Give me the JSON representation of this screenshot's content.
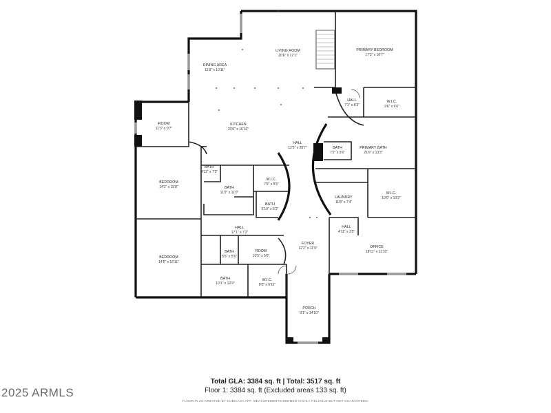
{
  "rooms": [
    {
      "id": "living",
      "name": "LIVING ROOM",
      "dims": "20'6\" x 17'1\""
    },
    {
      "id": "primary",
      "name": "PRIMARY BEDROOM",
      "dims": "17'3\" x 16'7\""
    },
    {
      "id": "dining",
      "name": "DINING AREA",
      "dims": "11'8\" x 10'11\""
    },
    {
      "id": "hall1",
      "name": "HALL",
      "dims": "7'1\" x 8'3\""
    },
    {
      "id": "wic1",
      "name": "W.I.C.",
      "dims": "9'6\" x 6'0\""
    },
    {
      "id": "room1",
      "name": "ROOM",
      "dims": "11'3\" x 9'7\""
    },
    {
      "id": "kitchen",
      "name": "KITCHEN",
      "dims": "20'0\" x 16'10\""
    },
    {
      "id": "hall2",
      "name": "HALL",
      "dims": "12'2\" x 28'7\""
    },
    {
      "id": "bath1",
      "name": "BATH",
      "dims": "7'2\" x 3'6\""
    },
    {
      "id": "pbath",
      "name": "PRIMARY BATH",
      "dims": "21'0\" x 13'3\""
    },
    {
      "id": "bath2",
      "name": "BATH",
      "dims": "4'11\" x 7'2\""
    },
    {
      "id": "bedroom1",
      "name": "BEDROOM",
      "dims": "14'3\" x 15'8\""
    },
    {
      "id": "wic2",
      "name": "W.I.C.",
      "dims": "7'9\" x 5'5\""
    },
    {
      "id": "bath3",
      "name": "BATH",
      "dims": "11'9\" x 11'0\""
    },
    {
      "id": "laundry",
      "name": "LAUNDRY",
      "dims": "11'8\" x 7'4\""
    },
    {
      "id": "wic3",
      "name": "W.I.C.",
      "dims": "10'0\" x 10'3\""
    },
    {
      "id": "bath4",
      "name": "BATH",
      "dims": "6'10\" x 5'3\""
    },
    {
      "id": "hall3",
      "name": "HALL",
      "dims": "17'1\" x 7'2\""
    },
    {
      "id": "hall4",
      "name": "HALL",
      "dims": "4'11\" x 3'5\""
    },
    {
      "id": "foyer",
      "name": "FOYER",
      "dims": "12'2\" x 11'9\""
    },
    {
      "id": "bath5",
      "name": "BATH",
      "dims": "5'5\" x 5'6\""
    },
    {
      "id": "room2",
      "name": "ROOM",
      "dims": "10'5\" x 5'6\""
    },
    {
      "id": "office",
      "name": "OFFICE",
      "dims": "18'11\" x 11'10\""
    },
    {
      "id": "bedroom2",
      "name": "BEDROOM",
      "dims": "14'5\" x 16'11\""
    },
    {
      "id": "bath6",
      "name": "BATH",
      "dims": "10'1\" x 12'9\""
    },
    {
      "id": "wic4",
      "name": "W.I.C.",
      "dims": "8'0\" x 6'11\""
    },
    {
      "id": "porch",
      "name": "PORCH",
      "dims": "9'1\" x 14'10\""
    }
  ],
  "footer": {
    "totals": "Total GLA: 3384 sq. ft | Total: 3517 sq. ft",
    "floor": "Floor 1: 3384 sq. ft (Excluded areas 133 sq. ft)",
    "disclaimer": "FLOOR PLAN CREATED BY CUBICASA APP. MEASUREMENTS DEEMED HIGHLY RELIABLE BUT NOT GUARANTEED.",
    "watermark": "2025 ARMLS"
  }
}
